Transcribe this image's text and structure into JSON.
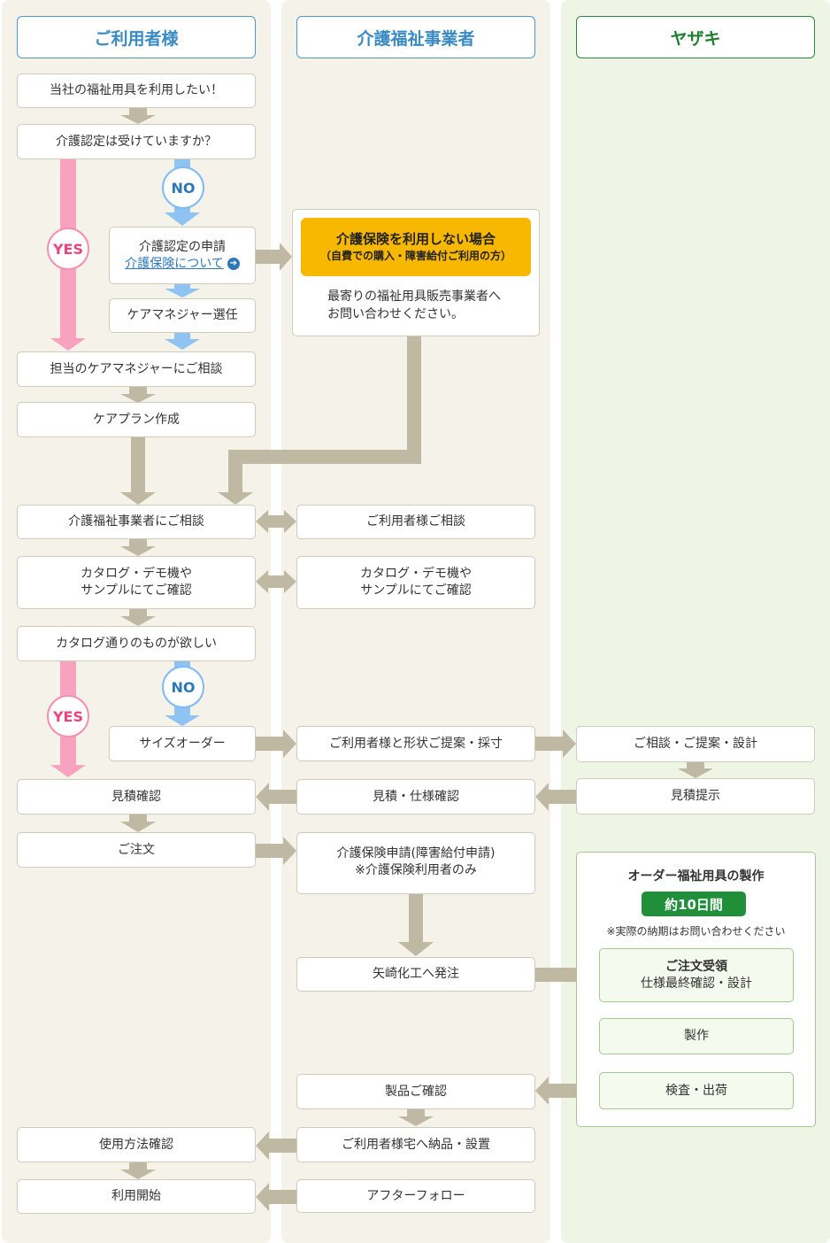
{
  "lanes": {
    "user": "ご利用者様",
    "business": "介護福祉事業者",
    "yazaki": "ヤザキ"
  },
  "badges": {
    "yes": "YES",
    "no": "NO"
  },
  "user_flow": {
    "want_use": "当社の福祉用具を利用したい！",
    "certified_q": "介護認定は受けていますか？",
    "apply_cert": "介護認定の申請",
    "insurance_link": "介護保険について",
    "select_cm": "ケアマネジャー選任",
    "consult_cm": "担当のケアマネジャーにご相談",
    "care_plan": "ケアプラン作成",
    "consult_biz": "介護福祉事業者にご相談",
    "catalog_check_1": "カタログ・デモ機や",
    "catalog_check_2": "サンプルにてご確認",
    "want_catalog": "カタログ通りのものが欲しい",
    "size_order": "サイズオーダー",
    "estimate_confirm": "見積確認",
    "order": "ご注文",
    "usage_confirm": "使用方法確認",
    "start_use": "利用開始"
  },
  "no_insurance": {
    "title": "介護保険を利用しない場合",
    "subtitle": "（自費での購入・障害給付ご利用の方）",
    "note_1": "最寄りの福祉用具販売事業者へ",
    "note_2": "お問い合わせください。"
  },
  "biz_flow": {
    "user_consult": "ご利用者様ご相談",
    "catalog_check_1": "カタログ・デモ機や",
    "catalog_check_2": "サンプルにてご確認",
    "proposal": "ご利用者様と形状ご提案・採寸",
    "estimate_spec": "見積・仕様確認",
    "insurance_apply_1": "介護保険申請(障害給付申請)",
    "insurance_apply_2": "※介護保険利用者のみ",
    "order_yazaki": "矢崎化工へ発注",
    "product_check": "製品ご確認",
    "delivery": "ご利用者様宅へ納品・設置",
    "after_follow": "アフターフォロー"
  },
  "yazaki_flow": {
    "consult_design": "ご相談・ご提案・設計",
    "estimate": "見積提示",
    "production_title": "オーダー福祉用具の製作",
    "duration": "約10日間",
    "duration_note": "※実際の納期はお問い合わせください",
    "order_received": "ご注文受領",
    "final_spec": "仕様最終確認・設計",
    "manufacture": "製作",
    "inspect_ship": "検査・出荷"
  },
  "colors": {
    "lane_bg": "#f5f2ea",
    "lane_bg_green": "#eef5e5",
    "accent_blue": "#3a8ac3",
    "accent_green": "#1f8f3a",
    "yes_pink": "#f7a3bf",
    "no_blue": "#8fc3f2",
    "arrow_gray": "#bfb9a3",
    "yellow": "#f8b800"
  }
}
